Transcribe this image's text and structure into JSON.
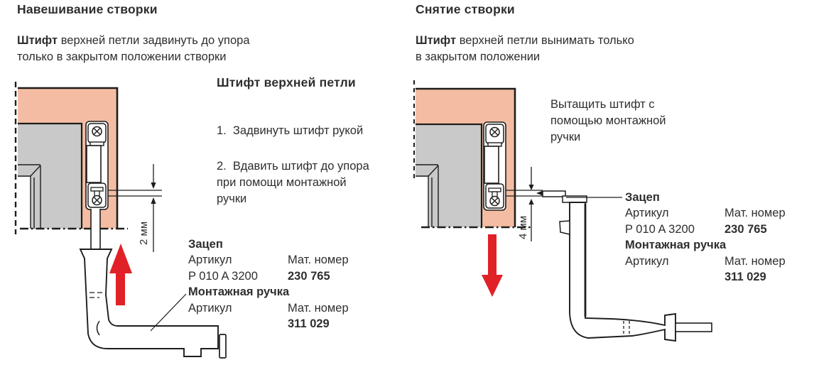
{
  "left_section": {
    "title": "Навешивание створки",
    "intro_bold": "Штифт",
    "intro_line1_rest": " верхней петли задвинуть до упора",
    "intro_line2": "только в закрытом положении створки",
    "pin_heading": "Штифт верхней петли",
    "step1": "1.  Задвинуть штифт рукой",
    "step2_lines": [
      "2.  Вдавить штифт до упора",
      "при помощи монтажной",
      "ручки"
    ],
    "dimension": "2 мм"
  },
  "right_section": {
    "title": "Снятие створки",
    "intro_bold": "Штифт",
    "intro_line1_rest": " верхней петли вынимать только",
    "intro_line2": "в закрытом положении",
    "instruction_lines": [
      "Вытащить штифт с",
      "помощью монтажной",
      "ручки"
    ],
    "dimension": "4 мм"
  },
  "parts": {
    "catch_name": "Зацеп",
    "article_label": "Артикул",
    "mat_label": "Мат. номер",
    "catch_article": "P 010 A 3200",
    "catch_mat": "230 765",
    "handle_name": "Монтажная ручка",
    "handle_mat": "311 029"
  },
  "colors": {
    "frame": "#f4bda3",
    "sash": "#c9c9c9",
    "arrow": "#e02127",
    "outline": "#1d1d1b"
  }
}
